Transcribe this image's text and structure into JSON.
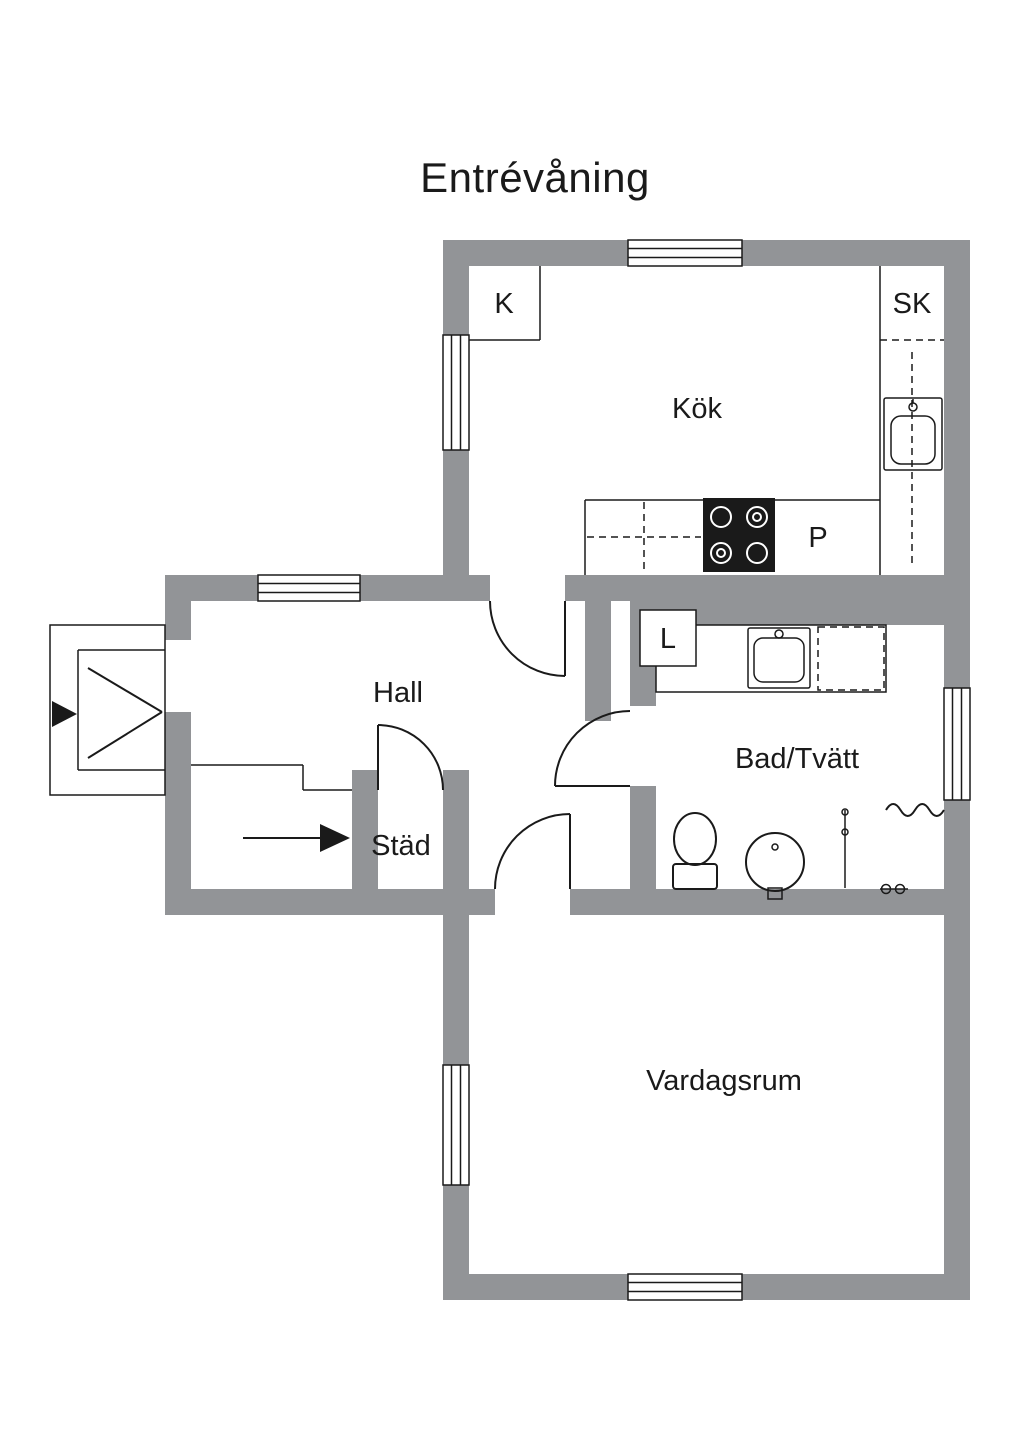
{
  "title": "Entrévåning",
  "labels": {
    "kitchen": "Kök",
    "hall": "Hall",
    "bath": "Bad/Tvätt",
    "living": "Vardagsrum",
    "cleaning": "Städ",
    "closet_k": "K",
    "closet_sk": "SK",
    "pantry": "P",
    "linen": "L"
  },
  "colors": {
    "wall": "#929497",
    "line": "#1a1a1a",
    "background": "#ffffff",
    "stove": "#1a1a1a"
  }
}
